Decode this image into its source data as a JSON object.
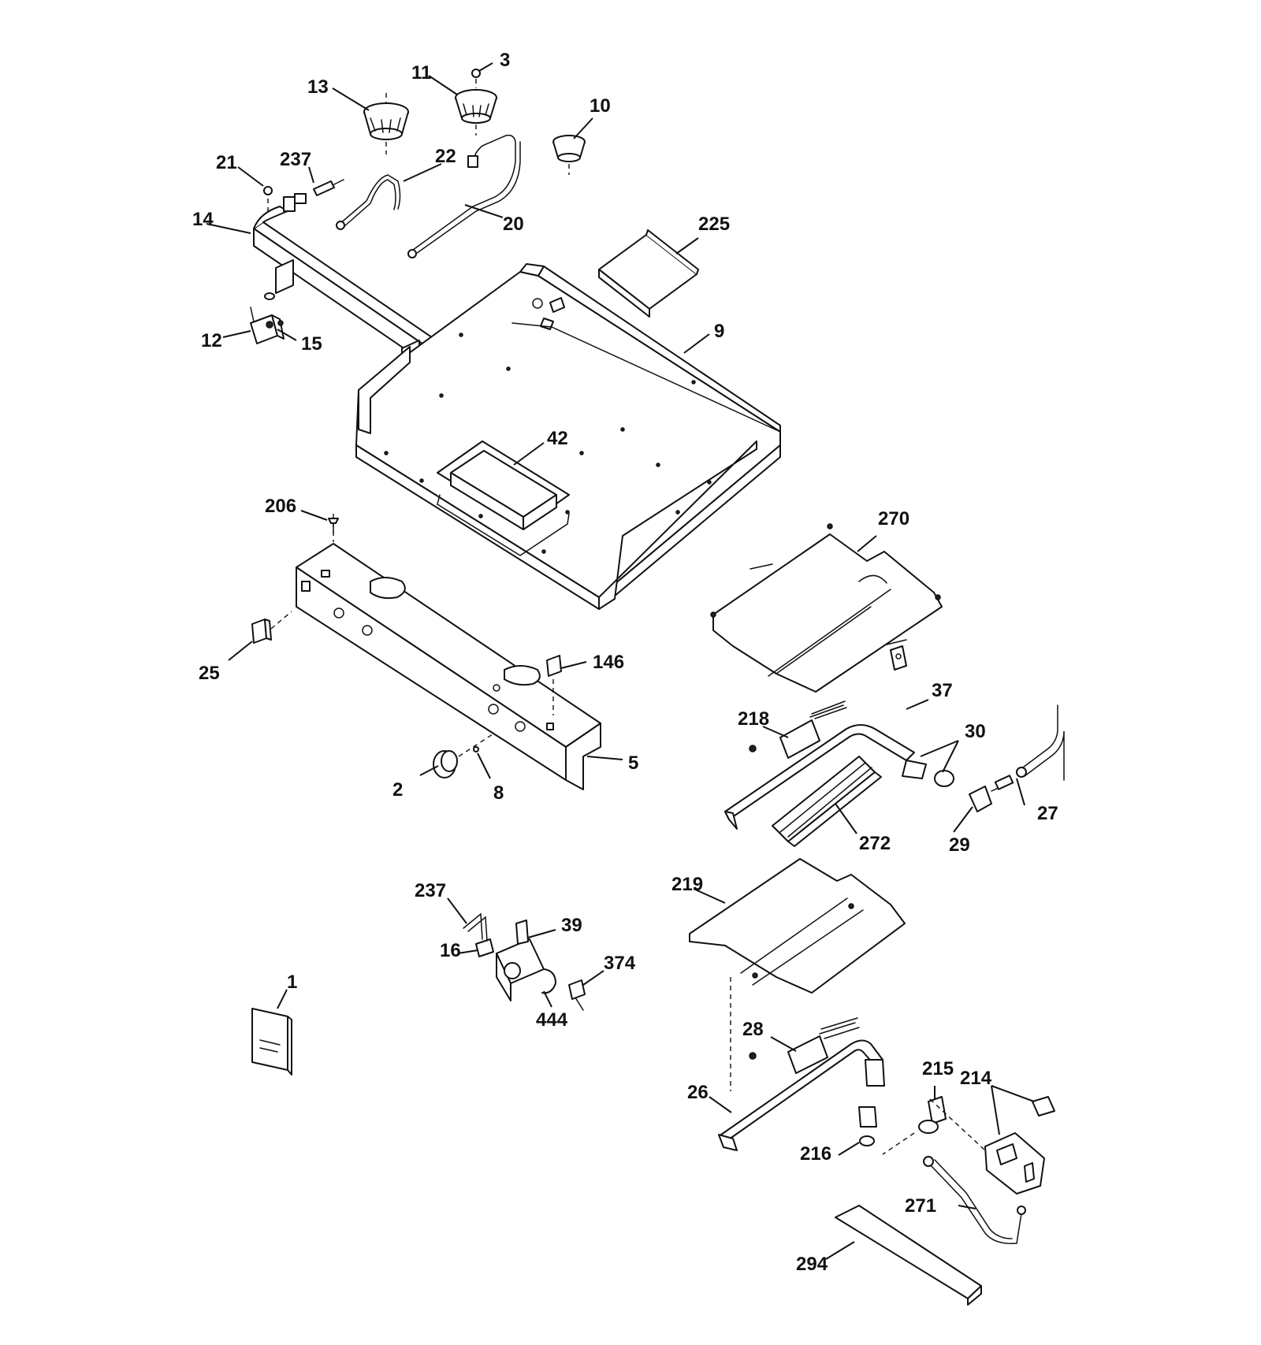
{
  "figure": "exploded-parts-diagram",
  "labels": {
    "p1": "1",
    "p2": "2",
    "p3": "3",
    "p5": "5",
    "p8": "8",
    "p9": "9",
    "p10": "10",
    "p11": "11",
    "p12": "12",
    "p13": "13",
    "p14": "14",
    "p15": "15",
    "p16": "16",
    "p20": "20",
    "p21": "21",
    "p22": "22",
    "p25": "25",
    "p26": "26",
    "p27": "27",
    "p28": "28",
    "p29": "29",
    "p30": "30",
    "p37": "37",
    "p39": "39",
    "p42": "42",
    "p146": "146",
    "p206": "206",
    "p214": "214",
    "p215": "215",
    "p216": "216",
    "p218": "218",
    "p219": "219",
    "p225": "225",
    "p237a": "237",
    "p237b": "237",
    "p270": "270",
    "p271": "271",
    "p272": "272",
    "p294": "294",
    "p374": "374",
    "p444": "444"
  }
}
